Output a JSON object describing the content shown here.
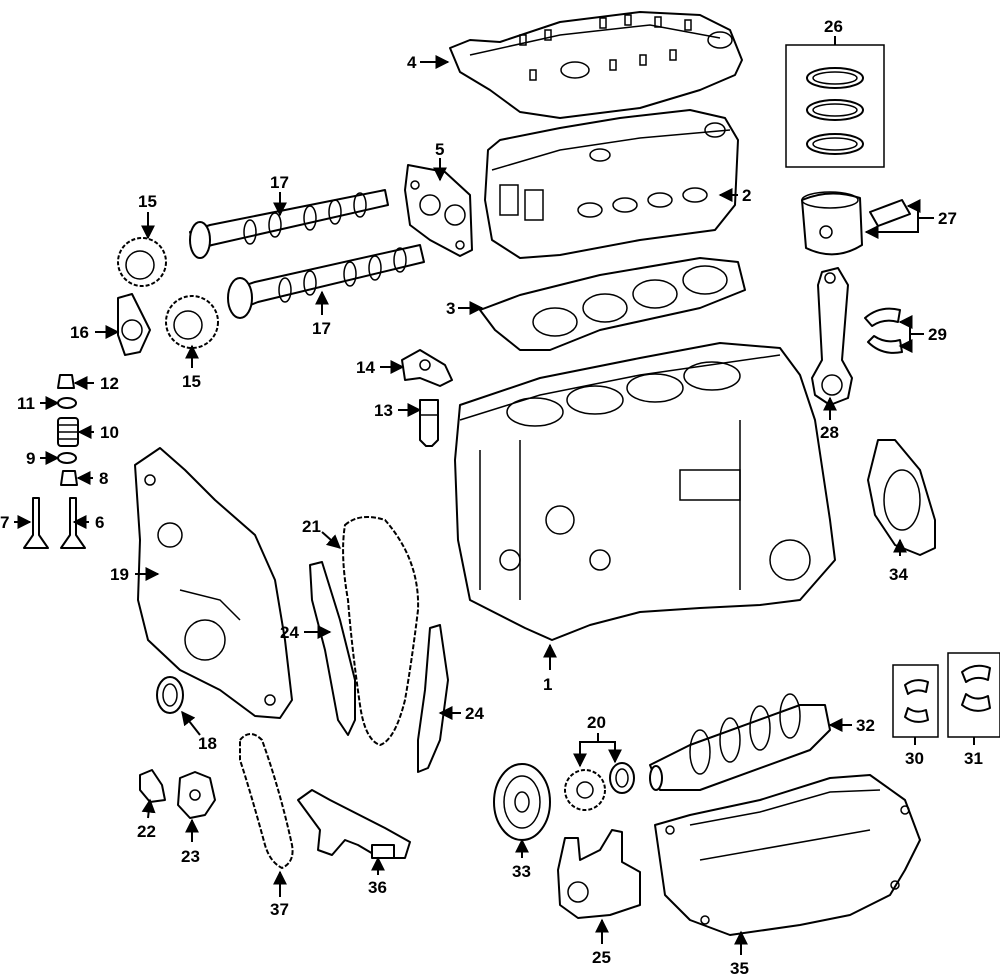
{
  "diagram": {
    "callouts": [
      {
        "id": "c1",
        "label": "1"
      },
      {
        "id": "c2",
        "label": "2"
      },
      {
        "id": "c3",
        "label": "3"
      },
      {
        "id": "c4",
        "label": "4"
      },
      {
        "id": "c5",
        "label": "5"
      },
      {
        "id": "c6",
        "label": "6"
      },
      {
        "id": "c7",
        "label": "7"
      },
      {
        "id": "c8",
        "label": "8"
      },
      {
        "id": "c9",
        "label": "9"
      },
      {
        "id": "c10",
        "label": "10"
      },
      {
        "id": "c11",
        "label": "11"
      },
      {
        "id": "c12",
        "label": "12"
      },
      {
        "id": "c13",
        "label": "13"
      },
      {
        "id": "c14",
        "label": "14"
      },
      {
        "id": "c15a",
        "label": "15"
      },
      {
        "id": "c15b",
        "label": "15"
      },
      {
        "id": "c16",
        "label": "16"
      },
      {
        "id": "c17a",
        "label": "17"
      },
      {
        "id": "c17b",
        "label": "17"
      },
      {
        "id": "c18",
        "label": "18"
      },
      {
        "id": "c19",
        "label": "19"
      },
      {
        "id": "c20",
        "label": "20"
      },
      {
        "id": "c21",
        "label": "21"
      },
      {
        "id": "c22",
        "label": "22"
      },
      {
        "id": "c23",
        "label": "23"
      },
      {
        "id": "c24a",
        "label": "24"
      },
      {
        "id": "c24b",
        "label": "24"
      },
      {
        "id": "c25",
        "label": "25"
      },
      {
        "id": "c26",
        "label": "26"
      },
      {
        "id": "c27",
        "label": "27"
      },
      {
        "id": "c28",
        "label": "28"
      },
      {
        "id": "c29",
        "label": "29"
      },
      {
        "id": "c30",
        "label": "30"
      },
      {
        "id": "c31",
        "label": "31"
      },
      {
        "id": "c32",
        "label": "32"
      },
      {
        "id": "c33",
        "label": "33"
      },
      {
        "id": "c34",
        "label": "34"
      },
      {
        "id": "c35",
        "label": "35"
      },
      {
        "id": "c36",
        "label": "36"
      },
      {
        "id": "c37",
        "label": "37"
      }
    ]
  }
}
